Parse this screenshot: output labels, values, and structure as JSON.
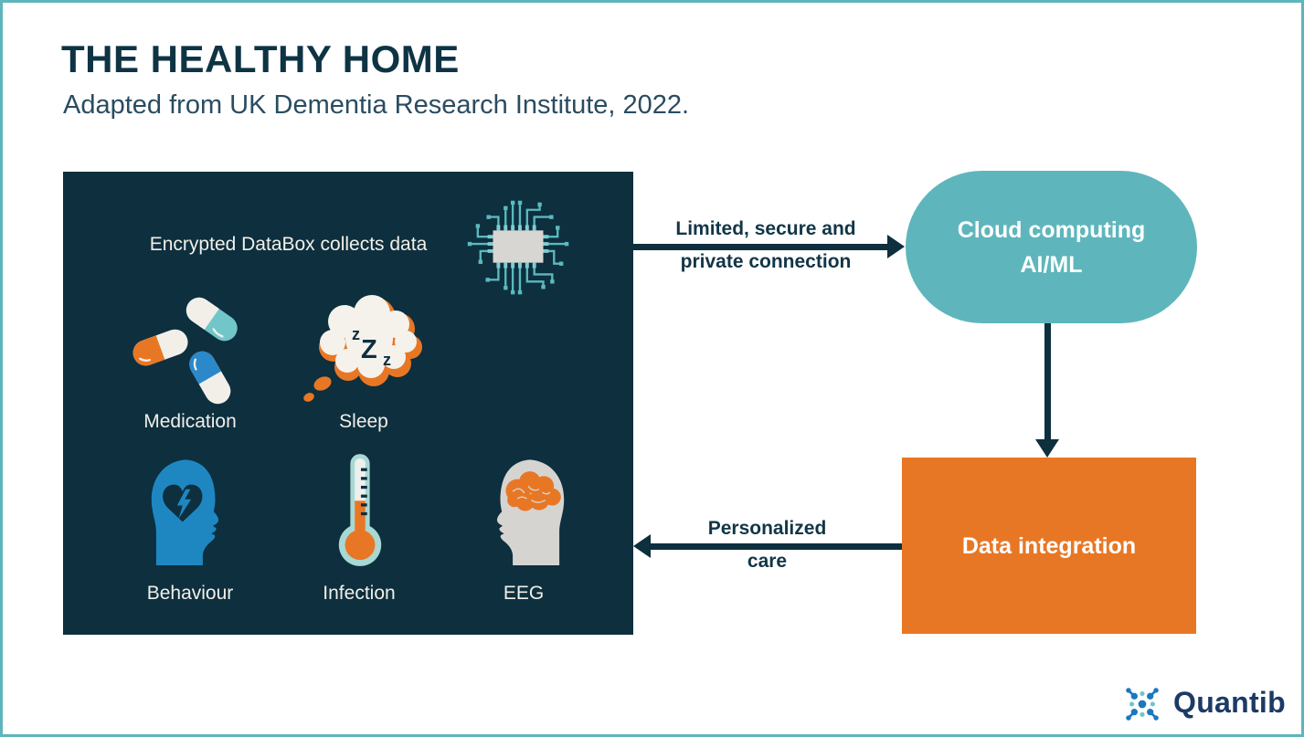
{
  "page": {
    "title": "THE HEALTHY HOME",
    "subtitle": "Adapted from UK Dementia Research Institute, 2022."
  },
  "databox": {
    "heading": "Encrypted DataBox collects data",
    "zzz": {
      "z1": "z",
      "z2": "Z",
      "z3": "z"
    },
    "labels": {
      "medication": "Medication",
      "sleep": "Sleep",
      "behaviour": "Behaviour",
      "infection": "Infection",
      "eeg": "EEG"
    }
  },
  "flow": {
    "to_cloud_line1": "Limited, secure and",
    "to_cloud_line2": "private connection",
    "cloud_line1": "Cloud computing",
    "cloud_line2": "AI/ML",
    "integration_label": "Data integration",
    "to_home_line1": "Personalized",
    "to_home_line2": "care"
  },
  "branding": {
    "logo_text": "Quantib"
  },
  "icons": {
    "chip": "microchip-icon",
    "medication": "pills-icon",
    "sleep": "sleep-thought-cloud-icon",
    "behaviour": "head-heart-bolt-icon",
    "infection": "thermometer-icon",
    "eeg": "head-brain-icon",
    "logo": "quantib-network-icon"
  },
  "colors": {
    "navy": "#0d2f3e",
    "title_navy": "#0e3444",
    "teal": "#5eb6bc",
    "orange": "#e87725",
    "blue": "#1e87c2",
    "pill_blue": "#2b88c9",
    "pill_teal": "#71c6c9",
    "gray": "#d7d5d2",
    "border": "#5eb6bc"
  }
}
